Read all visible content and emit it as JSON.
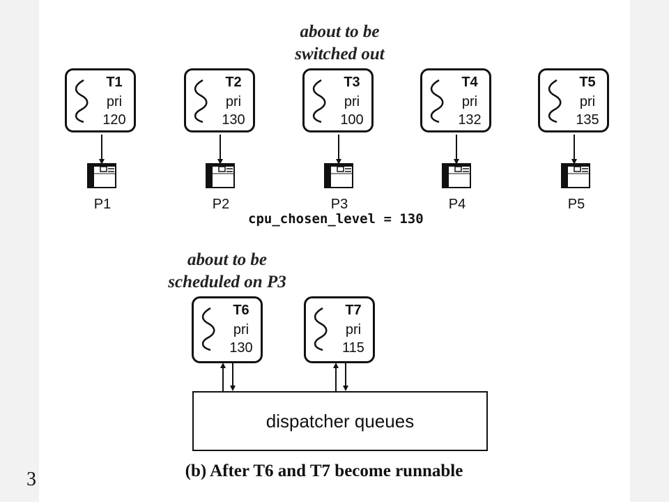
{
  "notes": {
    "switched_out": [
      "about to be",
      "switched out"
    ],
    "scheduled_on": [
      "about to be",
      "scheduled on P3"
    ]
  },
  "threads": [
    {
      "name": "T1",
      "label": "pri",
      "priority": "120"
    },
    {
      "name": "T2",
      "label": "pri",
      "priority": "130"
    },
    {
      "name": "T3",
      "label": "pri",
      "priority": "100"
    },
    {
      "name": "T4",
      "label": "pri",
      "priority": "132"
    },
    {
      "name": "T5",
      "label": "pri",
      "priority": "135"
    },
    {
      "name": "T6",
      "label": "pri",
      "priority": "130"
    },
    {
      "name": "T7",
      "label": "pri",
      "priority": "115"
    }
  ],
  "processors": [
    "P1",
    "P2",
    "P3",
    "P4",
    "P5"
  ],
  "cpu_chosen_level": "cpu_chosen_level = 130",
  "dispatcher_label": "dispatcher queues",
  "caption": "(b)  After T6 and T7 become runnable",
  "page_number": "3"
}
